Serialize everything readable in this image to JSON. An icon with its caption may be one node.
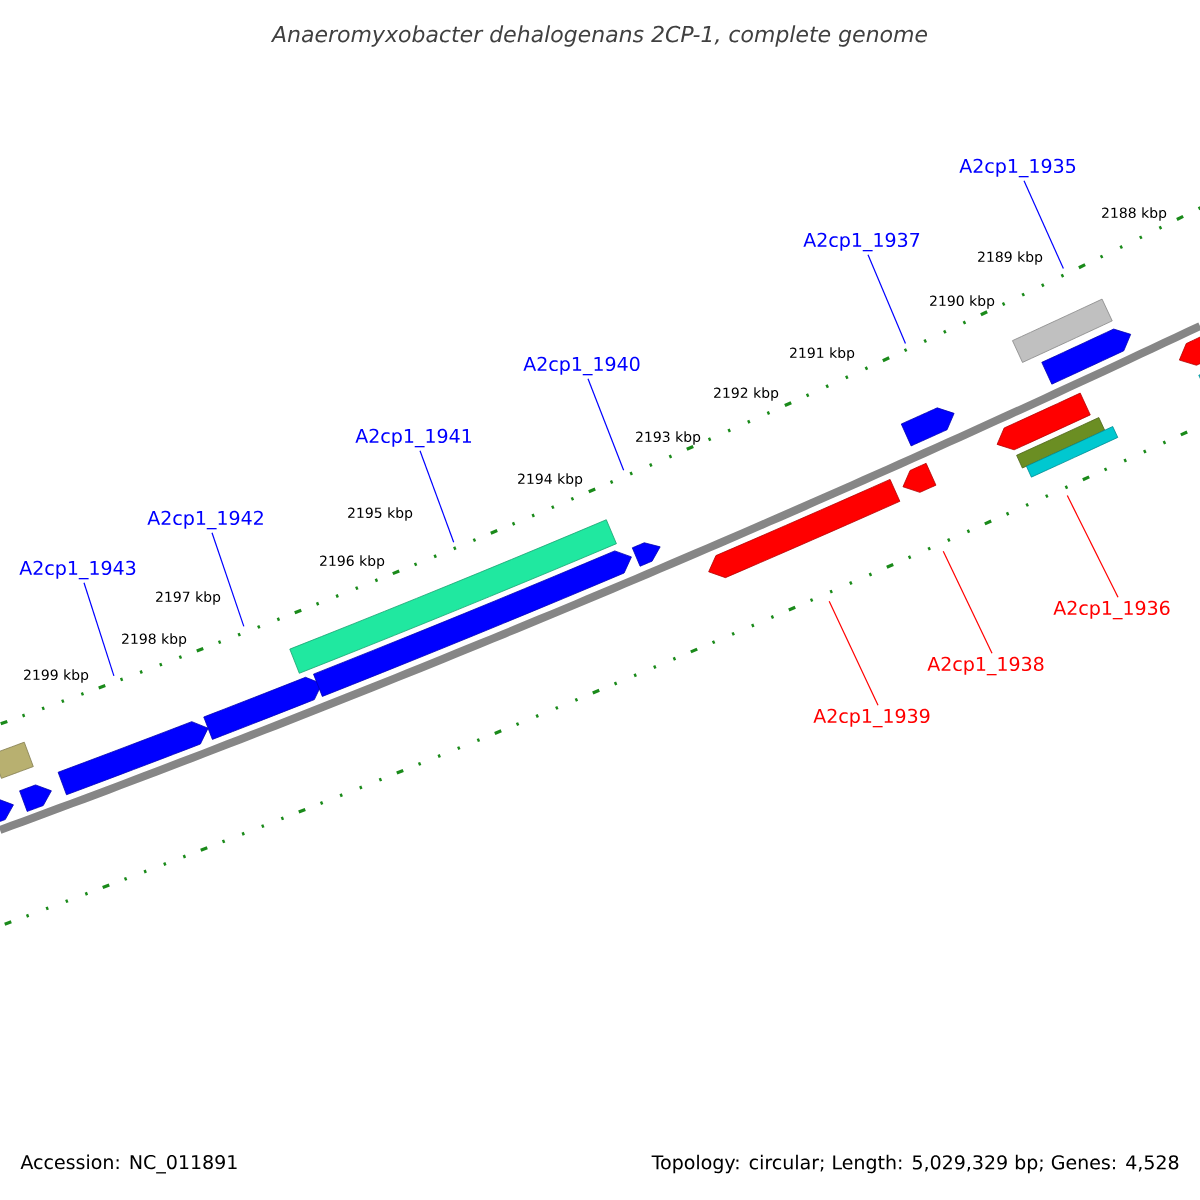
{
  "diagram": {
    "title": "Anaeromyxobacter dehalogenans 2CP-1, complete genome",
    "nodes": [
      {
        "text": [
          "A2cp1_1935"
        ]
      },
      {
        "text": [
          "A2cp1_1937"
        ]
      },
      {
        "text": [
          "A2cp1_1940"
        ]
      },
      {
        "text": [
          "A2cp1_1941"
        ]
      },
      {
        "text": [
          "A2cp1_1942"
        ]
      },
      {
        "text": [
          "A2cp1_1943"
        ]
      },
      {
        "text": [
          "A2cp1_1936"
        ]
      },
      {
        "text": [
          "A2cp1_1938"
        ]
      },
      {
        "text": [
          "A2cp1_1939"
        ]
      }
    ],
    "edges": [
      {
        "from": 0,
        "to": null,
        "arrow": "none"
      },
      {
        "from": 1,
        "to": null,
        "arrow": "none"
      },
      {
        "from": 2,
        "to": null,
        "arrow": "none"
      },
      {
        "from": 3,
        "to": null,
        "arrow": "none"
      },
      {
        "from": 4,
        "to": null,
        "arrow": "none"
      },
      {
        "from": 5,
        "to": null,
        "arrow": "none"
      },
      {
        "from": 6,
        "to": null,
        "arrow": "none",
        "color": "#ff0000"
      },
      {
        "from": 7,
        "to": null,
        "arrow": "none",
        "color": "#ff0000"
      },
      {
        "from": 8,
        "to": null,
        "arrow": "none",
        "color": "#ff0000"
      }
    ],
    "labels": [
      "2188 kbp",
      "2189 kbp",
      "2190 kbp",
      "2191 kbp",
      "2192 kbp",
      "2193 kbp",
      "2194 kbp",
      "2195 kbp",
      "2196 kbp",
      "2197 kbp",
      "2198 kbp",
      "2199 kbp",
      "Accession: NC_011891",
      "Topology: circular; Length: 5,029,329 bp; Genes: 4,528"
    ]
  }
}
